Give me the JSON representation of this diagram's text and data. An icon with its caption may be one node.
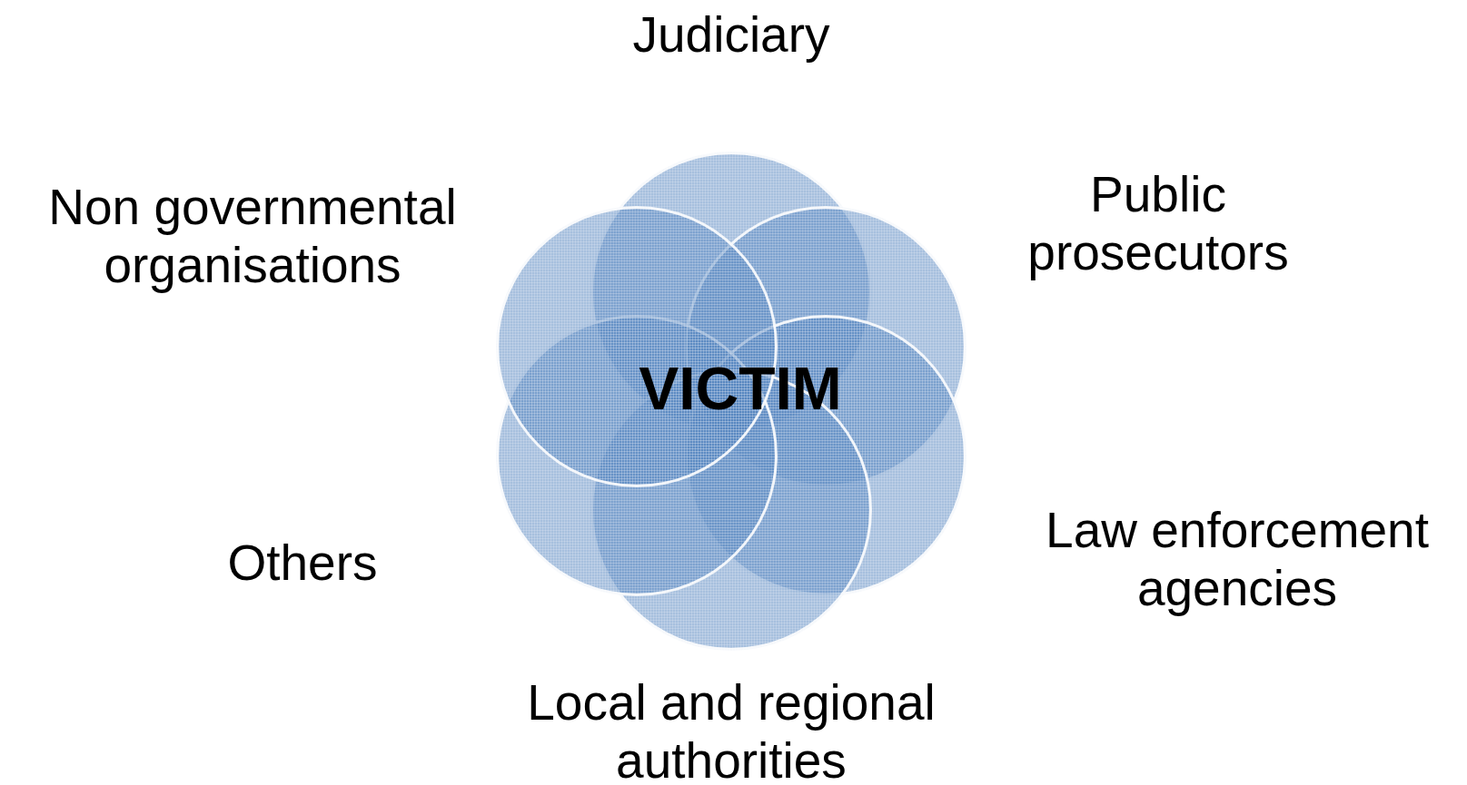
{
  "diagram": {
    "nodes": [
      {
        "text": [
          "Judiciary"
        ]
      },
      {
        "text": [
          "Non governmental organisations"
        ]
      },
      {
        "text": [
          "Public prosecutors"
        ]
      },
      {
        "text": [
          "Law enforcement agencies"
        ]
      },
      {
        "text": [
          "Others"
        ]
      },
      {
        "text": [
          "Local and regional authorities"
        ]
      }
    ],
    "labels": [
      "VICTIM"
    ]
  }
}
